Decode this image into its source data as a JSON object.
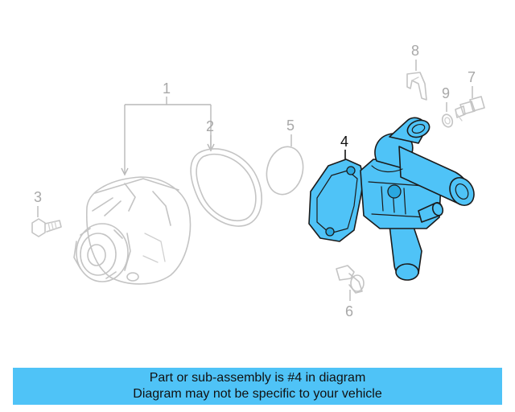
{
  "callouts": {
    "c1": "1",
    "c2": "2",
    "c3": "3",
    "c4": "4",
    "c5": "5",
    "c6": "6",
    "c7": "7",
    "c8": "8",
    "c9": "9"
  },
  "highlighted_part": "4",
  "colors": {
    "highlight": "#4fc3f7",
    "ghost_line": "#c4c4c4",
    "banner": "#4fc3f7"
  },
  "banner": {
    "line1": "Part or sub-assembly is #4 in diagram",
    "line2": "Diagram may not be specific to your vehicle"
  }
}
